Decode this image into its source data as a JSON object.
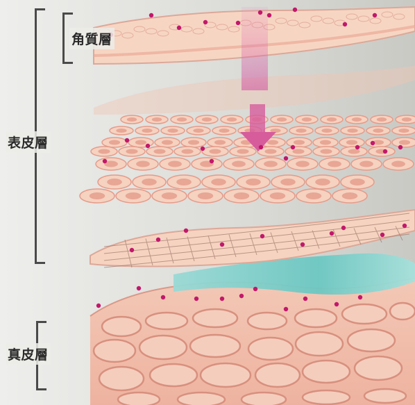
{
  "labels": {
    "stratum_corneum": "角質層",
    "epidermis": "表皮層",
    "dermis": "真皮層"
  },
  "colors": {
    "background": "#dcdcd8",
    "skin_light": "#f6d2c0",
    "skin_mid": "#efb9a6",
    "skin_dark": "#e59b8a",
    "basal_teal": "#7fd0cc",
    "particle_magenta": "#c2186b",
    "arrow_magenta": "#d65c9c",
    "bracket": "#4a4a4a"
  },
  "icons": {
    "arrow": "down-arrow-icon",
    "particles": "particle-dot-icon"
  }
}
